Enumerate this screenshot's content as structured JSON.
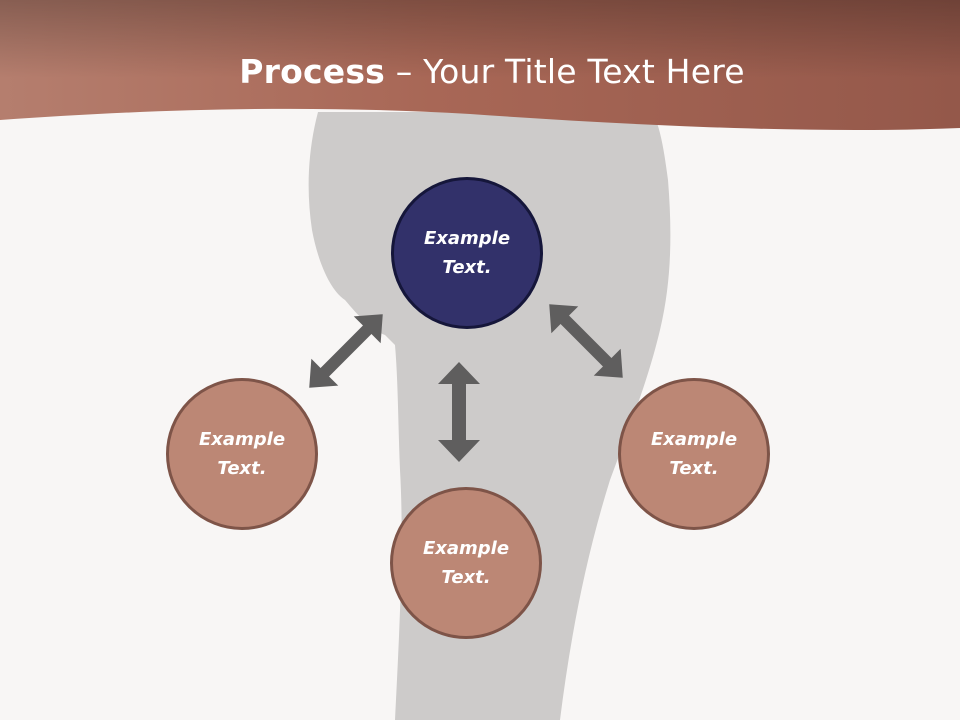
{
  "title": {
    "bold": "Process",
    "rest": " – Your Title Text Here"
  },
  "nodes": {
    "top": "Example Text.",
    "left": "Example Text.",
    "bottom": "Example Text.",
    "right": "Example Text."
  },
  "colors": {
    "banner": "#a36556",
    "primary_node": "#32316a",
    "secondary_node": "#bc8775",
    "arrow": "#5f5e5e",
    "silhouette": "#cdcbca"
  },
  "icons": [
    "double-headed-arrow"
  ]
}
